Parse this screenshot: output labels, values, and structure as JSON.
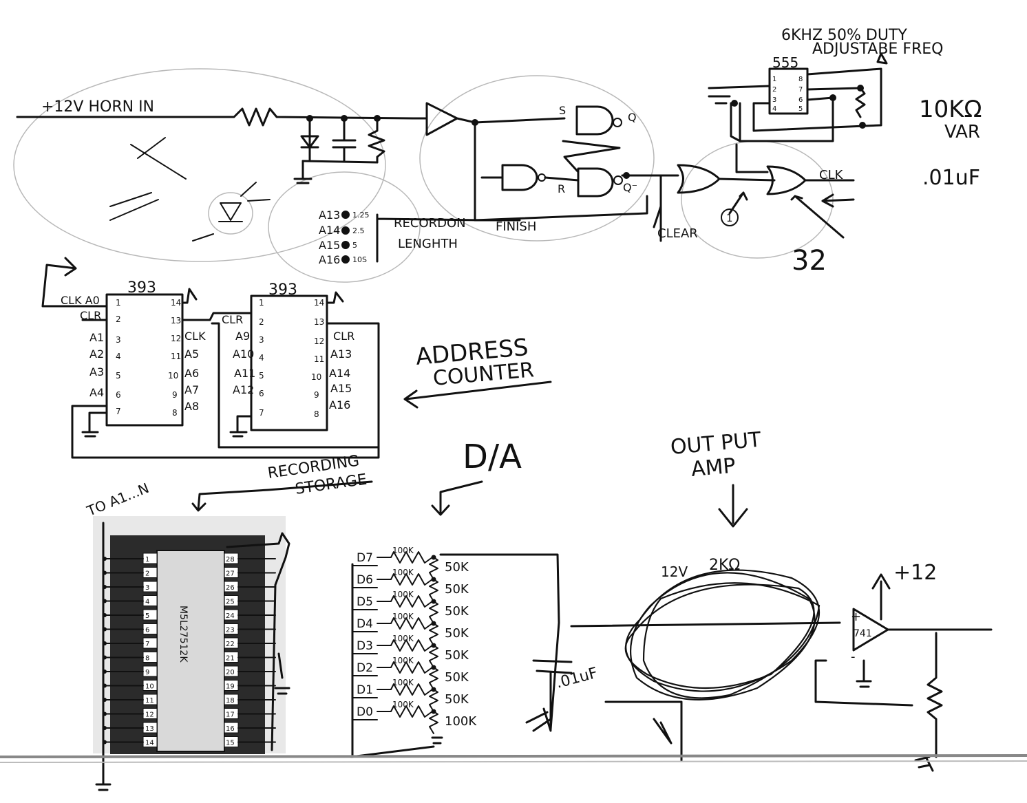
{
  "labels": {
    "horn_in": "+12V HORN IN",
    "timer_spec": "6KHZ 50% DUTY",
    "timer_spec2": "ADJUSTABE FREQ",
    "timer_chip": "555",
    "pot_value": "10KΩ",
    "pot_var": "VAR",
    "cap_value": ".01uF",
    "set": "S",
    "q": "Q",
    "reset": "R",
    "q_bar": "Q⁻",
    "record_on": "RECORDON",
    "length": "LENGHTH",
    "finish": "FINISH",
    "clear": "CLEAR",
    "clk": "CLK",
    "note_1": "1",
    "note_32": "32",
    "counter_chip_a": "393",
    "counter_chip_b": "393",
    "address_counter": "ADDRESS",
    "address_counter2": "COUNTER",
    "recording_storage": "RECORDING",
    "recording_storage2": "STORAGE",
    "to_a1": "TO A1...N",
    "da": "D/A",
    "output_amp": "OUT PUT",
    "output_amp2": "AMP",
    "plus12": "+12",
    "opamp": "741",
    "amp_12v": "12V",
    "amp_2k": "2KΩ",
    "cap_01": ".01uF",
    "eprom_part": "M5L27512K"
  },
  "length_taps": [
    {
      "pin": "A13",
      "time": "1.25"
    },
    {
      "pin": "A14",
      "time": "2.5"
    },
    {
      "pin": "A15",
      "time": "5"
    },
    {
      "pin": "A16",
      "time": "10S"
    }
  ],
  "counter_a_left": [
    {
      "label": "CLK A0",
      "pin": "1"
    },
    {
      "label": "CLR",
      "pin": "2"
    },
    {
      "label": "A1",
      "pin": "3"
    },
    {
      "label": "A2",
      "pin": "4"
    },
    {
      "label": "A3",
      "pin": "5"
    },
    {
      "label": "A4",
      "pin": "6"
    },
    {
      "label": "",
      "pin": "7"
    }
  ],
  "counter_a_right": [
    {
      "label": "",
      "pin": "14"
    },
    {
      "label": "",
      "pin": "13"
    },
    {
      "label": "CLK",
      "pin": "12"
    },
    {
      "label": "A5",
      "pin": "11"
    },
    {
      "label": "A6",
      "pin": "10"
    },
    {
      "label": "A7",
      "pin": "9"
    },
    {
      "label": "A8",
      "pin": "8"
    }
  ],
  "counter_b_left": [
    {
      "label": "",
      "pin": "1"
    },
    {
      "label": "CLR",
      "pin": "2"
    },
    {
      "label": "A9",
      "pin": "3"
    },
    {
      "label": "A10",
      "pin": "4"
    },
    {
      "label": "A11",
      "pin": "5"
    },
    {
      "label": "A12",
      "pin": "6"
    },
    {
      "label": "",
      "pin": "7"
    }
  ],
  "counter_b_right": [
    {
      "label": "",
      "pin": "14"
    },
    {
      "label": "",
      "pin": "13"
    },
    {
      "label": "CLR",
      "pin": "12"
    },
    {
      "label": "A13",
      "pin": "11"
    },
    {
      "label": "A14",
      "pin": "10"
    },
    {
      "label": "A15",
      "pin": "9"
    },
    {
      "label": "A16",
      "pin": "8"
    }
  ],
  "dac_rows": [
    {
      "bit": "D7",
      "r_series": "100K",
      "r_ladder": "50K"
    },
    {
      "bit": "D6",
      "r_series": "100K",
      "r_ladder": "50K"
    },
    {
      "bit": "D5",
      "r_series": "100K",
      "r_ladder": "50K"
    },
    {
      "bit": "D4",
      "r_series": "100K",
      "r_ladder": "50K"
    },
    {
      "bit": "D3",
      "r_series": "100K",
      "r_ladder": "50K"
    },
    {
      "bit": "D2",
      "r_series": "100K",
      "r_ladder": "50K"
    },
    {
      "bit": "D1",
      "r_series": "100K",
      "r_ladder": "50K"
    },
    {
      "bit": "D0",
      "r_series": "100K",
      "r_ladder": "100K"
    }
  ],
  "eprom_left_pins": [
    "1",
    "2",
    "3",
    "4",
    "5",
    "6",
    "7",
    "8",
    "9",
    "10",
    "11",
    "12",
    "13",
    "14"
  ],
  "eprom_right_pins": [
    "28",
    "27",
    "26",
    "25",
    "24",
    "23",
    "22",
    "21",
    "20",
    "19",
    "18",
    "17",
    "16",
    "15"
  ]
}
